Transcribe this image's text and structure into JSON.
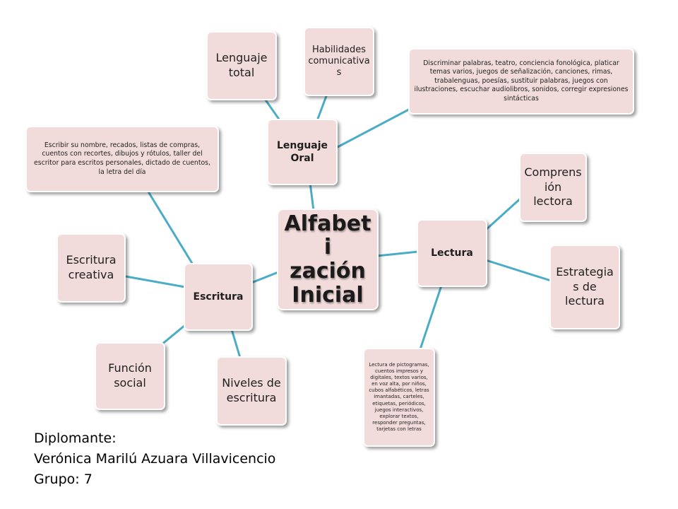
{
  "central": {
    "text": "Alfabetización Inicial",
    "line1": "Alfabeti",
    "line2": "zación",
    "line3": "Inicial"
  },
  "hubs": {
    "lenguaje_oral": "Lenguaje Oral",
    "lectura": "Lectura",
    "escritura": "Escritura"
  },
  "lenguaje_oral": {
    "lenguaje_total": "Lenguaje total",
    "habilidades": "Habilidades comunicativas",
    "actividades": "Discriminar palabras, teatro, conciencia fonológica, platicar temas varios, juegos de señalización, canciones, rimas, trabalenguas, poesías, sustituir palabras, juegos con ilustraciones, escuchar audiolibros, sonidos, corregir expresiones sintácticas"
  },
  "lectura": {
    "comprension": "Comprensión lectora",
    "estrategias": "Estrategias de lectura",
    "actividades": "Lectura de pictogramas, cuentos impresos y digitales, textos varios, en voz alta, por niños, cubos alfabéticos, letras imantadas, carteles, etiquetas, periódicos, juegos interactivos, explorar textos, responder preguntas, tarjetas con letras"
  },
  "escritura": {
    "actividades": "Escribir su nombre, recados, listas de compras, cuentos con recortes, dibujos y rótulos, taller del escritor para escritos personales, dictado de cuentos, la letra del día",
    "creativa": "Escritura creativa",
    "funcion_social": "Función social",
    "niveles": "Niveles de escritura"
  },
  "footer": {
    "line1": "Diplomante:",
    "line2": "Verónica Marilú Azuara Villavicencio",
    "line3": "Grupo: 7"
  },
  "colors": {
    "node_fill": "#f2dcdb",
    "connector": "#4bacc6",
    "text": "#1f1f1f"
  }
}
